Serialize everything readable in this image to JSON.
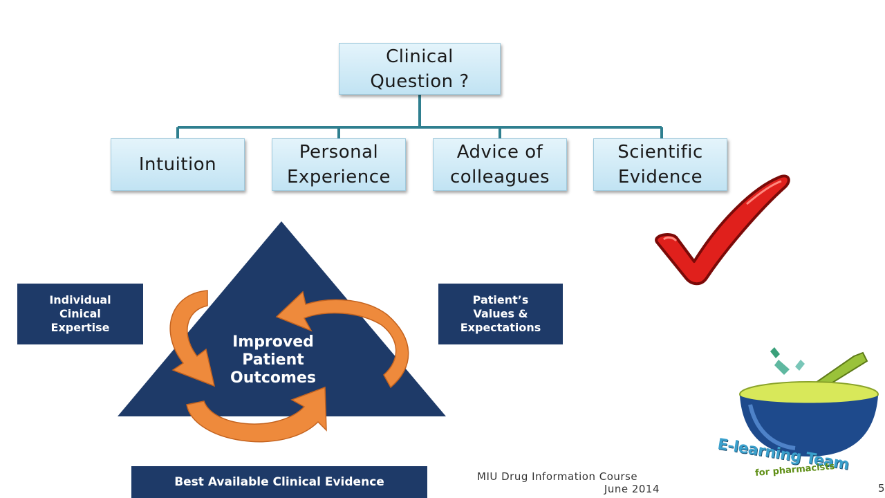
{
  "tree": {
    "root": "Clinical\nQuestion ?",
    "children": [
      "Intuition",
      "Personal\nExperience",
      "Advice of\ncolleagues",
      "Scientific\nEvidence"
    ]
  },
  "ebm": {
    "center": "Improved\nPatient\nOutcomes",
    "left": "Individual\nCinical\nExpertise",
    "right": "Patient’s\nValues &\nExpectations",
    "bottom": "Best Available Clinical Evidence"
  },
  "logo": {
    "title": "E-learning Team",
    "subtitle": "for pharmacists"
  },
  "footer": {
    "course": "MIU Drug Information Course",
    "date": "June 2014",
    "page": "5"
  },
  "colors": {
    "navy": "#1e3a68",
    "arrow_orange": "#ee8a3c",
    "check_red": "#e0201c",
    "box_blue": "#c1e3f3",
    "connector": "#2f7f8f"
  }
}
